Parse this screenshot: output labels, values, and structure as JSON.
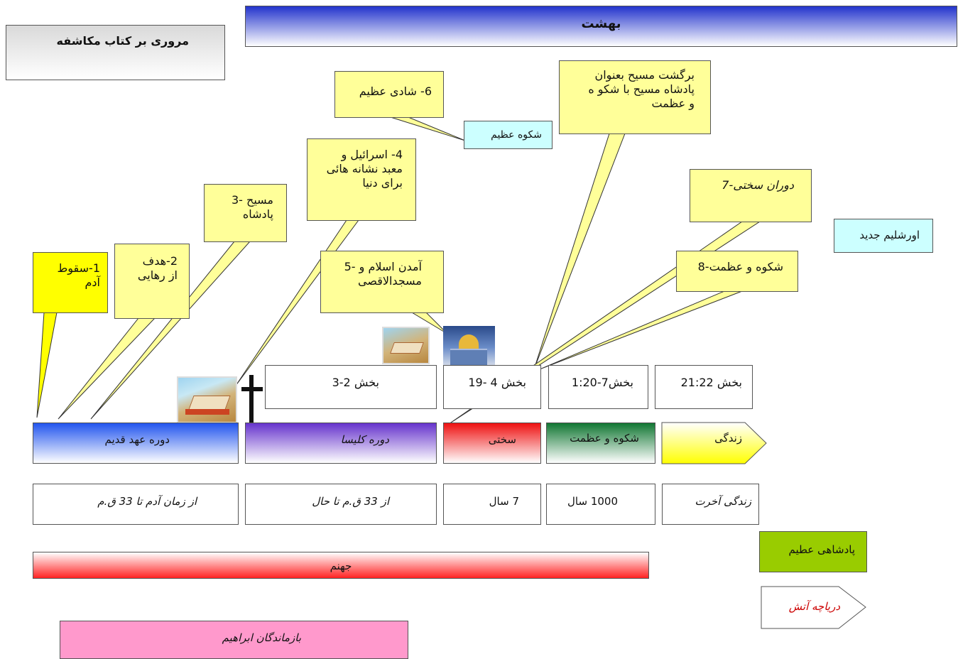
{
  "top": {
    "heaven": "بهشت",
    "review": "مروری بر کتاب مکاشفه"
  },
  "callouts": {
    "c1": "1-سقوط\nآدم",
    "c2": "2-هدف\nاز رهایی",
    "c3": "مسیح -3\nپادشاه",
    "c4": "4- اسرائیل و\nمعبد نشانه هائی\nبرای دنیا",
    "c5": "آمدن اسلام و -5\nمسجدالاقصی",
    "c6": "6- شادی عظیم",
    "c7": "دوران سختی-7",
    "c8": "شکوه و عظمت-8",
    "return": "برگشت مسیح بعنوان\nپادشاه مسیح با شکو ه\nو عظمت"
  },
  "labels": {
    "glory_small": "شکوه عظیم",
    "new_jerusalem": "اورشلیم جدید",
    "kingdom": "پادشاهی عطیم",
    "lake_fire": "دریاچه آتش",
    "hell": "جهنم",
    "descendants": "بازماندگان ابراهیم"
  },
  "sections": [
    "بخش 2-3",
    "بخش 4 -19",
    "بخش7-1:20",
    "بخش 21:22"
  ],
  "eras": [
    "دوره عهد قدیم",
    "دوره کلیسا",
    "سختی",
    "شکوه و عظمت",
    "زندگی"
  ],
  "periods": [
    "از زمان آدم تا 33 ق.م",
    "از 33 ق.م تا حال",
    "7 سال",
    "1000 سال",
    "زندگی آخرت"
  ],
  "colors": {
    "callout": "#ffff99",
    "callout_strong": "#ffff00",
    "cyan": "#ccffff",
    "green": "#99cc00",
    "pink": "#ff99cc",
    "blue": "#2244dd",
    "purple": "#6633cc",
    "red": "#ee1111",
    "darkgreen": "#117733",
    "lake_text": "#cc0000"
  },
  "icons": [
    "temple-photo-icon",
    "cross-icon",
    "dome-of-rock-photo-icon"
  ]
}
